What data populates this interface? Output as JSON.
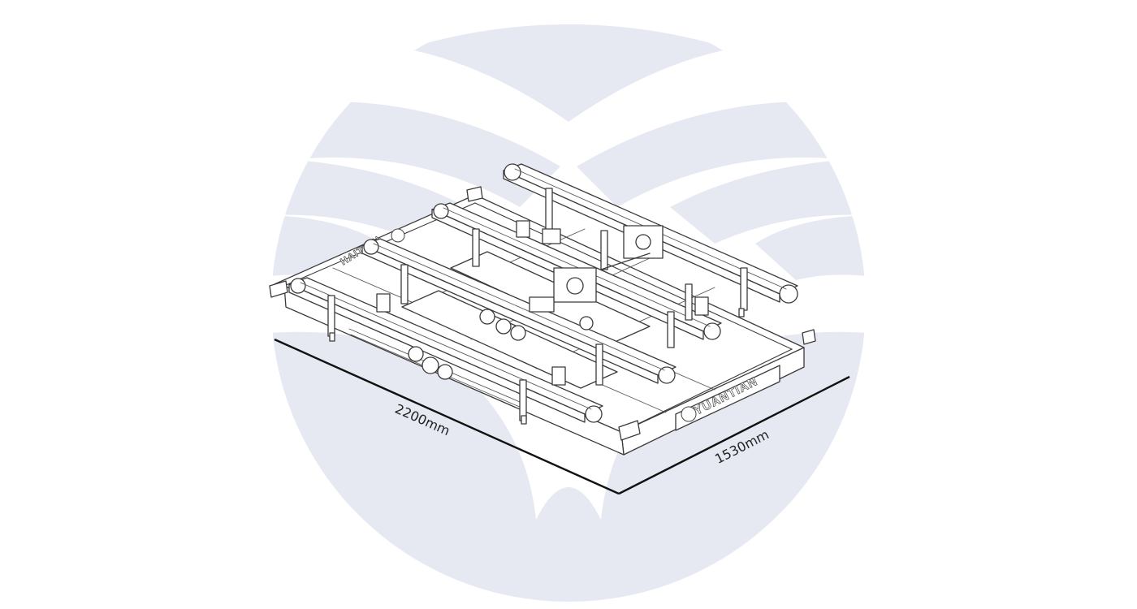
{
  "dimensions": {
    "length": "2200mm",
    "width": "1530mm"
  },
  "brand": {
    "side_text": "YUANTIAN",
    "back_text": "HAITIAN"
  },
  "colors": {
    "background": "#ffffff",
    "emblem": "#e6e9f2",
    "line": "#3a3a3a"
  }
}
